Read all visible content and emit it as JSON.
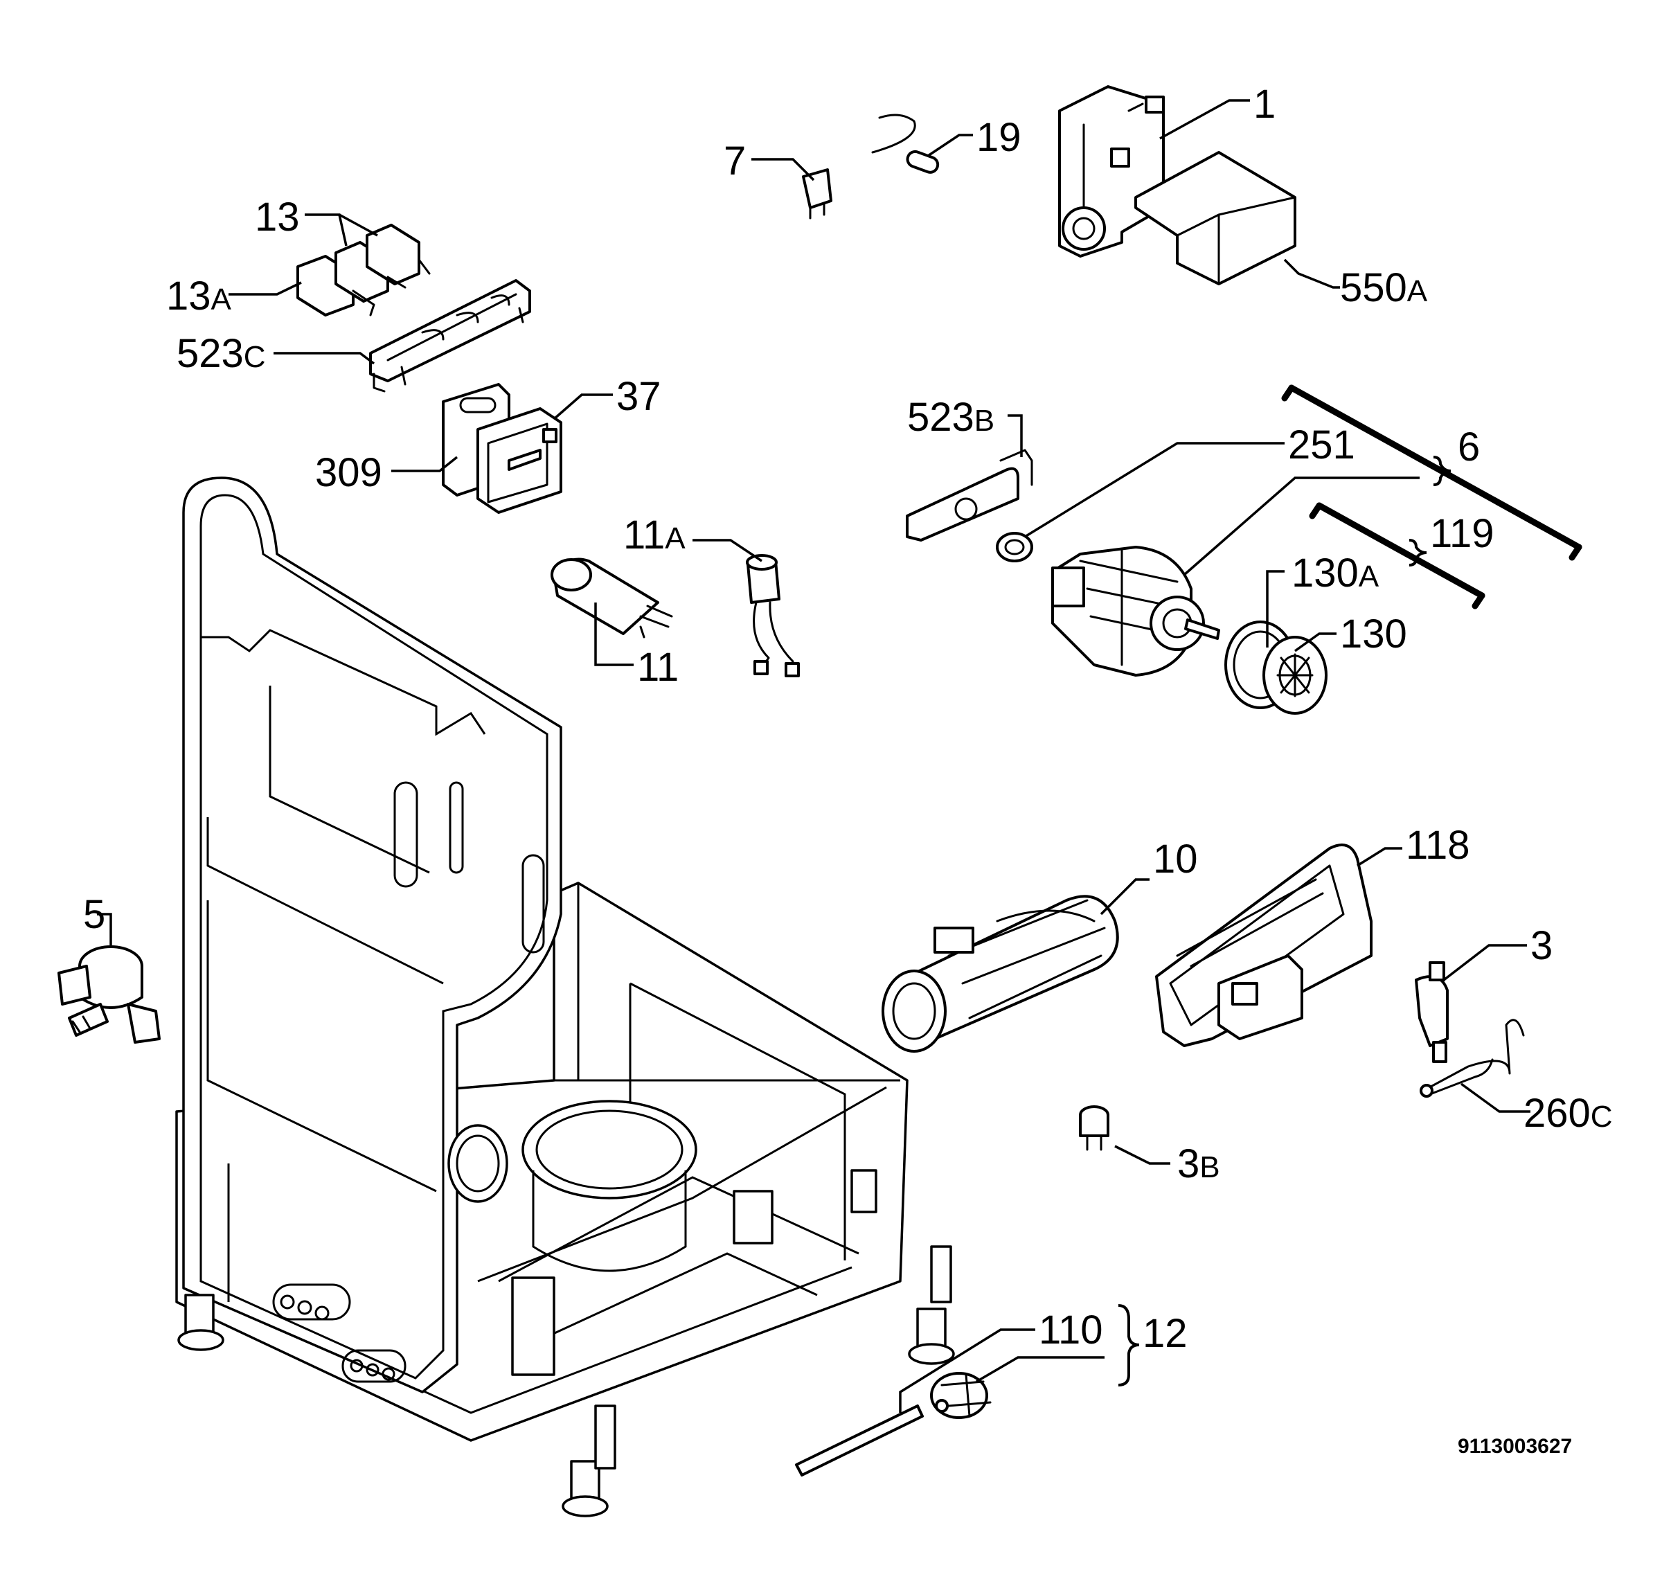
{
  "labels": {
    "l1": "1",
    "l19": "19",
    "l7": "7",
    "l13": "13",
    "l13A": "13",
    "l13A_sub": "A",
    "l550A": "550",
    "l550A_sub": "A",
    "l523C": "523",
    "l523C_sub": "C",
    "l37": "37",
    "l309": "309",
    "l523B": "523",
    "l523B_sub": "B",
    "l251": "251",
    "l6": "6",
    "l11A": "11",
    "l11A_sub": "A",
    "l119": "119",
    "l130A": "130",
    "l130A_sub": "A",
    "l11": "11",
    "l130": "130",
    "l10": "10",
    "l118": "118",
    "l5": "5",
    "l3": "3",
    "l260C": "260",
    "l260C_sub": "C",
    "l3B": "3",
    "l3B_sub": "B",
    "l110": "110",
    "l12": "12"
  },
  "document_number": "9113003627"
}
